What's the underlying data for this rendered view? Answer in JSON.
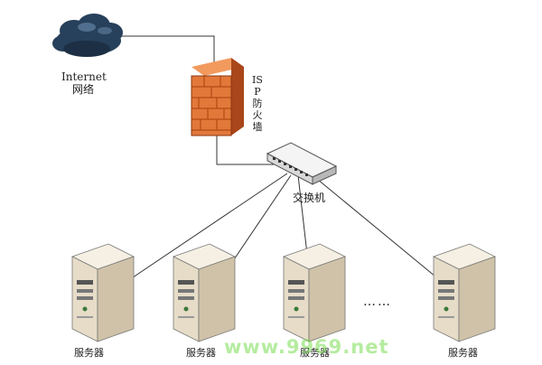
{
  "nodes": {
    "internet": {
      "label_line1": "Internet",
      "label_line2": "网络"
    },
    "firewall": {
      "label": "ISP防火墙"
    },
    "switch": {
      "label": "交换机"
    },
    "servers": [
      {
        "label": "服务器"
      },
      {
        "label": "服务器"
      },
      {
        "label": "服务器"
      },
      {
        "label": "服务器"
      }
    ],
    "ellipsis": "……"
  },
  "watermark": "www.9969.net",
  "colors": {
    "firewall_fill": "#e2793a",
    "firewall_brick": "#b64a14",
    "cloud_fill": "#27405b",
    "server_fill": "#efe6d6",
    "line": "#333333"
  }
}
